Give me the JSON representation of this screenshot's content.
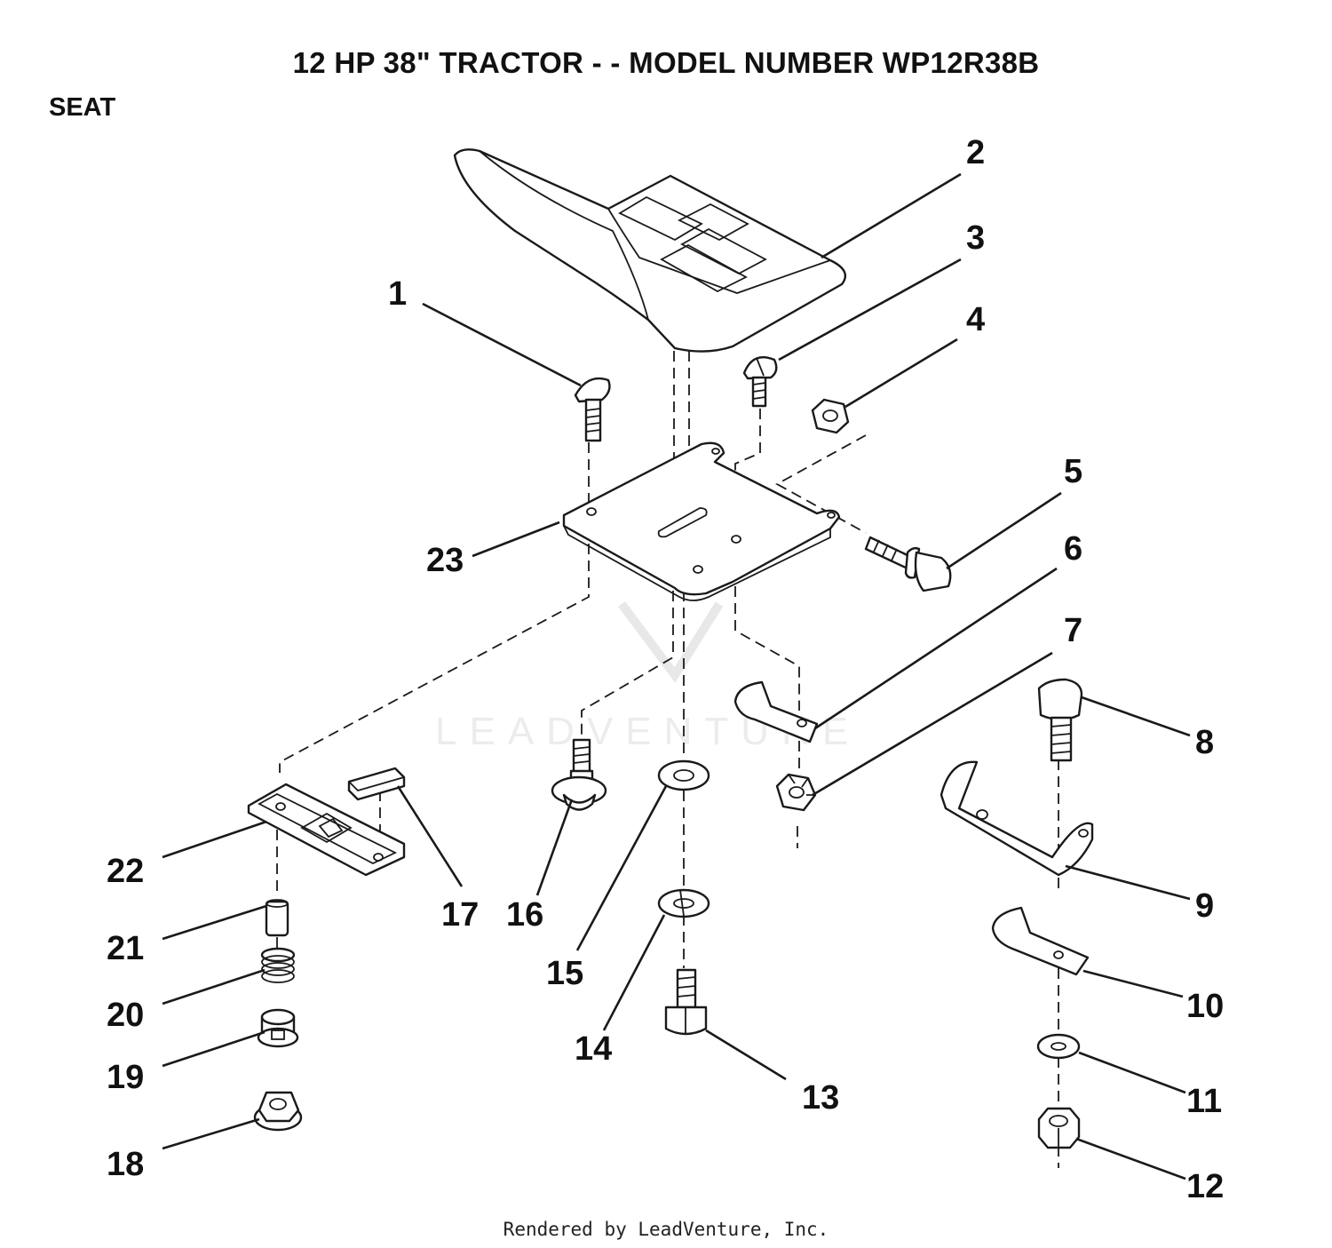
{
  "header": {
    "title": "12 HP 38\" TRACTOR - - MODEL NUMBER WP12R38B",
    "section": "SEAT"
  },
  "footer": {
    "credit": "Rendered by LeadVenture, Inc."
  },
  "watermark": {
    "text": "LEADVENTURE"
  },
  "callouts": [
    "1",
    "2",
    "3",
    "4",
    "5",
    "6",
    "7",
    "8",
    "9",
    "10",
    "11",
    "12",
    "13",
    "14",
    "15",
    "16",
    "17",
    "18",
    "19",
    "20",
    "21",
    "22",
    "23"
  ]
}
